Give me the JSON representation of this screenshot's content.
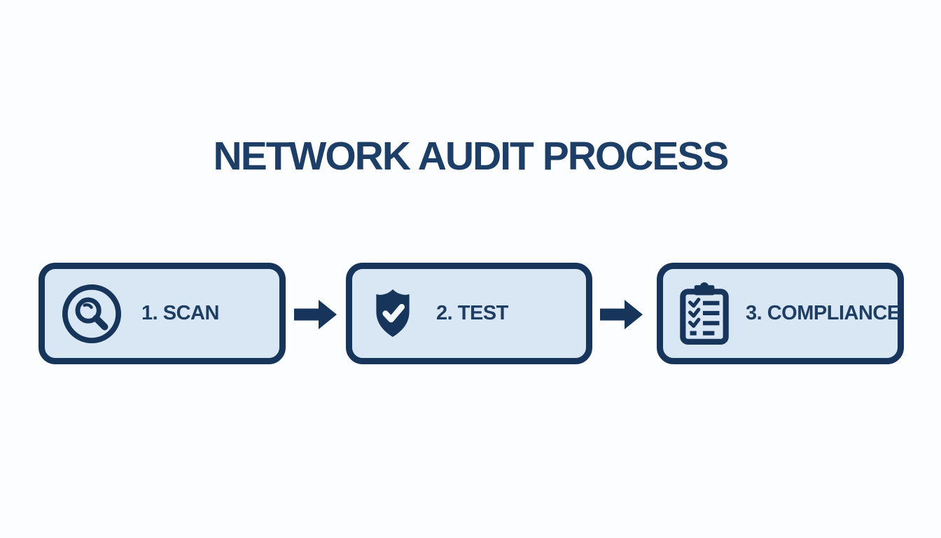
{
  "title": "NETWORK AUDIT PROCESS",
  "steps": [
    {
      "number": "1",
      "label": "1. SCAN",
      "icon": "magnifier-search-icon"
    },
    {
      "number": "2",
      "label": "2. TEST",
      "icon": "shield-check-icon"
    },
    {
      "number": "3",
      "label": "3. COMPLIANCE",
      "icon": "clipboard-checklist-icon"
    }
  ],
  "connectors": [
    {
      "icon": "arrow-right-icon"
    },
    {
      "icon": "arrow-right-icon"
    }
  ],
  "colors": {
    "background": "#fbfdfe",
    "box_fill": "#d9e6f4",
    "box_border": "#17355b",
    "label_text": "#1e3e63",
    "title_text": "#1d3e66",
    "icon": "#17355b",
    "arrow": "#17355b",
    "check": "#f2f7fc"
  }
}
